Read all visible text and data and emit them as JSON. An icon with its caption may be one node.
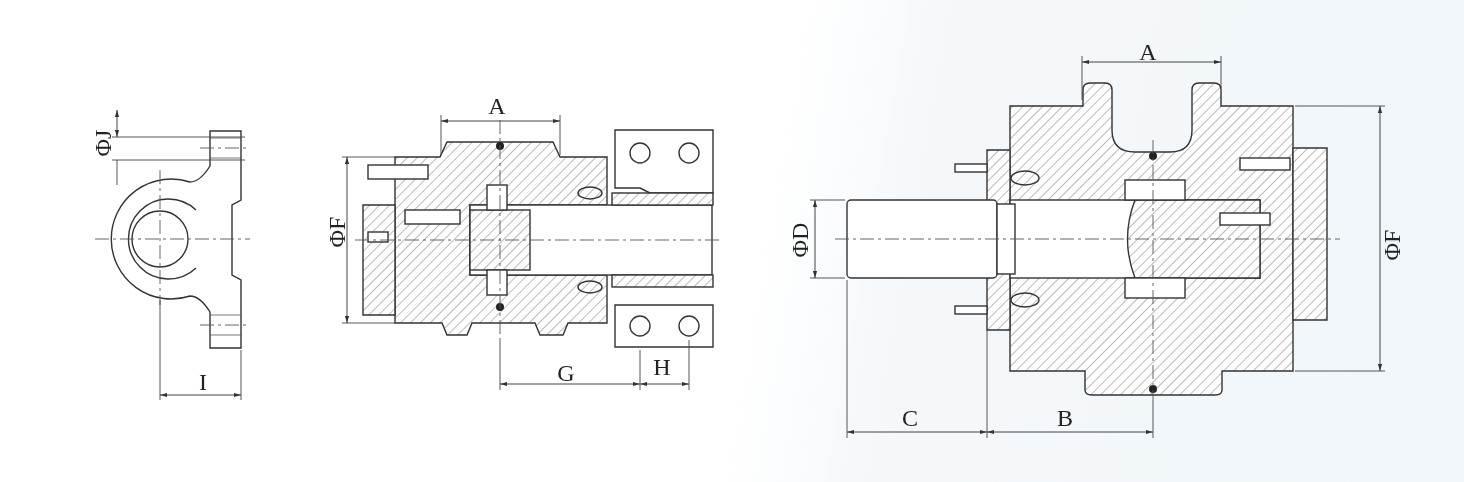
{
  "diagram": {
    "labels": [
      "ΦJ",
      "I",
      "A",
      "ΦF",
      "G",
      "H",
      "A",
      "ΦD",
      "ΦF",
      "C",
      "B"
    ]
  }
}
